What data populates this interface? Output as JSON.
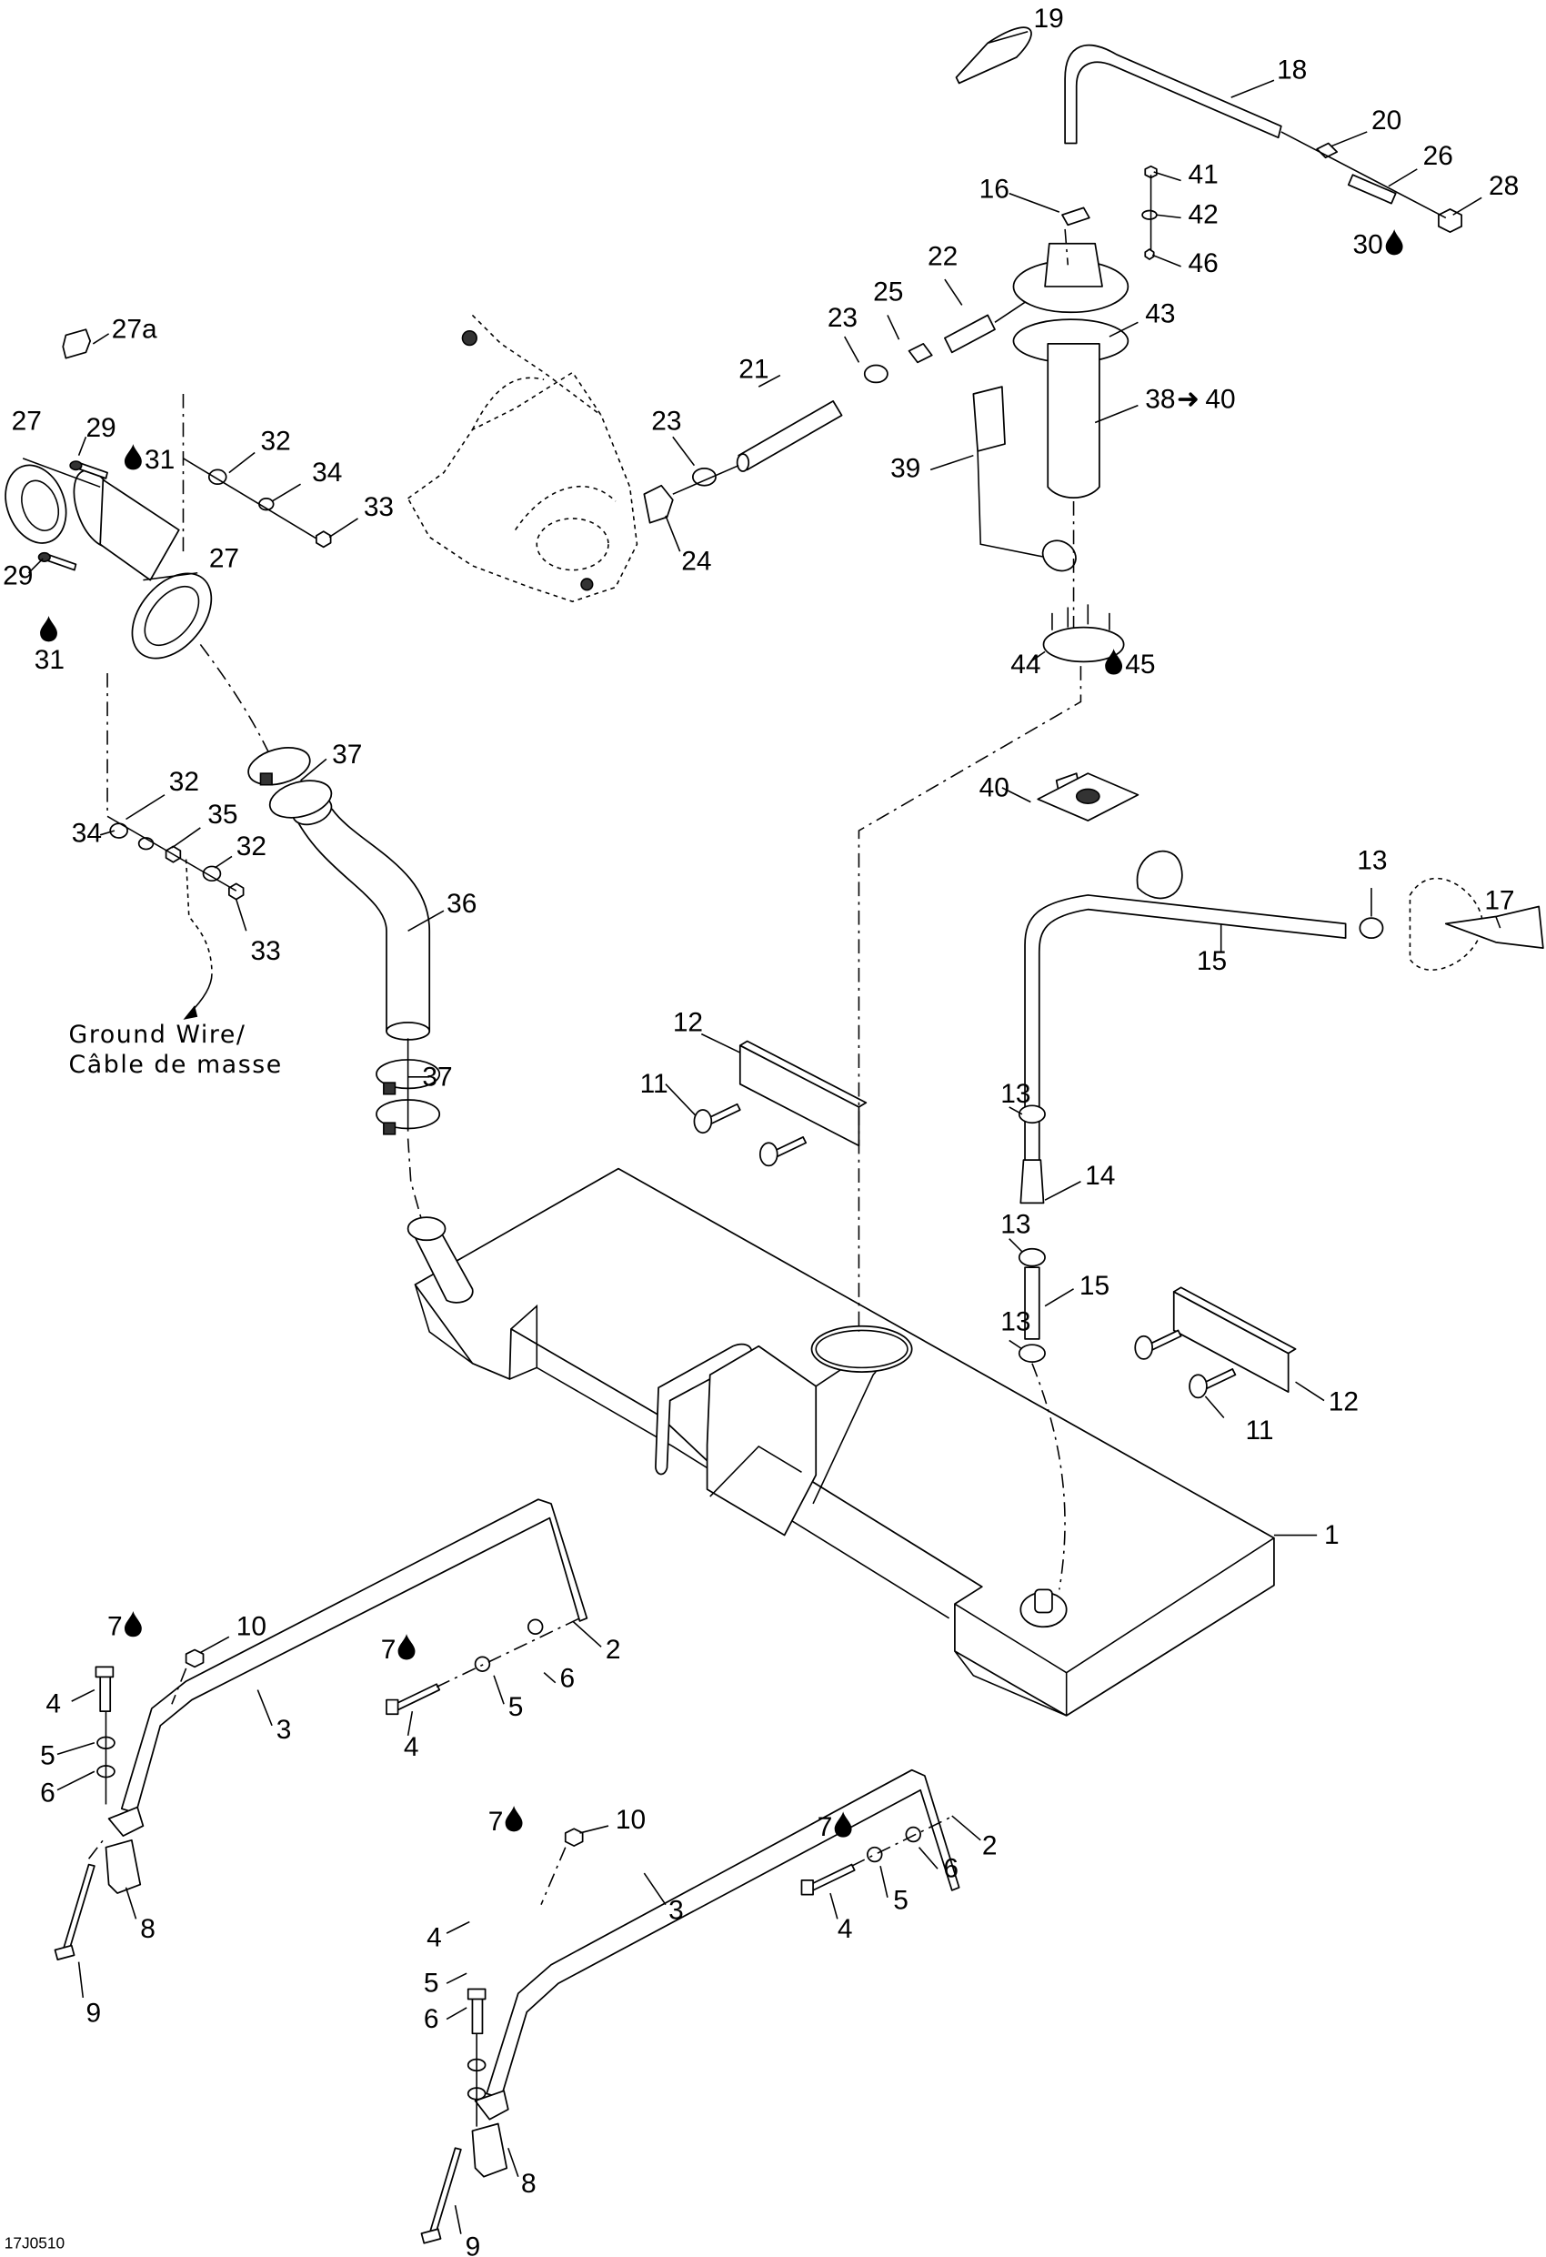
{
  "figure": {
    "code": "17J0510",
    "note_line1": "Ground Wire/",
    "note_line2": "Câble de masse",
    "symbols": {
      "apply_product": "drop-icon",
      "includes_range": "right-arrow-icon"
    }
  },
  "callouts": [
    {
      "id": "c1",
      "text": "1",
      "part": "fuel-tank"
    },
    {
      "id": "c2a",
      "text": "2",
      "part": "tank-strap-bracket"
    },
    {
      "id": "c2b",
      "text": "2",
      "part": "tank-strap-bracket"
    },
    {
      "id": "c3a",
      "text": "3",
      "part": "tank-strap"
    },
    {
      "id": "c3b",
      "text": "3",
      "part": "tank-strap"
    },
    {
      "id": "c4a",
      "text": "4",
      "part": "screw"
    },
    {
      "id": "c4b",
      "text": "4",
      "part": "screw"
    },
    {
      "id": "c4c",
      "text": "4",
      "part": "screw"
    },
    {
      "id": "c4d",
      "text": "4",
      "part": "screw"
    },
    {
      "id": "c5a",
      "text": "5",
      "part": "lock-washer"
    },
    {
      "id": "c5b",
      "text": "5",
      "part": "lock-washer"
    },
    {
      "id": "c5c",
      "text": "5",
      "part": "lock-washer"
    },
    {
      "id": "c5d",
      "text": "5",
      "part": "lock-washer"
    },
    {
      "id": "c6a",
      "text": "6",
      "part": "flat-washer"
    },
    {
      "id": "c6b",
      "text": "6",
      "part": "flat-washer"
    },
    {
      "id": "c6c",
      "text": "6",
      "part": "flat-washer"
    },
    {
      "id": "c6d",
      "text": "6",
      "part": "flat-washer"
    },
    {
      "id": "c7a",
      "text": "7",
      "part": "threadlocker",
      "drop": true
    },
    {
      "id": "c7b",
      "text": "7",
      "part": "threadlocker",
      "drop": true
    },
    {
      "id": "c7c",
      "text": "7",
      "part": "threadlocker",
      "drop": true
    },
    {
      "id": "c7d",
      "text": "7",
      "part": "threadlocker",
      "drop": true
    },
    {
      "id": "c8a",
      "text": "8",
      "part": "support"
    },
    {
      "id": "c8b",
      "text": "8",
      "part": "support"
    },
    {
      "id": "c9a",
      "text": "9",
      "part": "long-screw"
    },
    {
      "id": "c9b",
      "text": "9",
      "part": "long-screw"
    },
    {
      "id": "c10a",
      "text": "10",
      "part": "nut"
    },
    {
      "id": "c10b",
      "text": "10",
      "part": "nut"
    },
    {
      "id": "c11a",
      "text": "11",
      "part": "tapping-screw"
    },
    {
      "id": "c11b",
      "text": "11",
      "part": "tapping-screw"
    },
    {
      "id": "c12a",
      "text": "12",
      "part": "rubber-pad"
    },
    {
      "id": "c12b",
      "text": "12",
      "part": "rubber-pad"
    },
    {
      "id": "c13a",
      "text": "13",
      "part": "clamp"
    },
    {
      "id": "c13b",
      "text": "13",
      "part": "clamp"
    },
    {
      "id": "c13c",
      "text": "13",
      "part": "clamp"
    },
    {
      "id": "c13d",
      "text": "13",
      "part": "clamp"
    },
    {
      "id": "c14",
      "text": "14",
      "part": "check-valve"
    },
    {
      "id": "c15a",
      "text": "15",
      "part": "vent-hose"
    },
    {
      "id": "c15b",
      "text": "15",
      "part": "vent-hose"
    },
    {
      "id": "c16",
      "text": "16",
      "part": "clamp"
    },
    {
      "id": "c17",
      "text": "17",
      "part": "vent-fitting"
    },
    {
      "id": "c18",
      "text": "18",
      "part": "return-hose"
    },
    {
      "id": "c19",
      "text": "19",
      "part": "tie-rap"
    },
    {
      "id": "c20",
      "text": "20",
      "part": "clamp"
    },
    {
      "id": "c21",
      "text": "21",
      "part": "fuel-hose"
    },
    {
      "id": "c22",
      "text": "22",
      "part": "quick-connector"
    },
    {
      "id": "c23a",
      "text": "23",
      "part": "clamp"
    },
    {
      "id": "c23b",
      "text": "23",
      "part": "clamp"
    },
    {
      "id": "c24",
      "text": "24",
      "part": "elbow-fitting"
    },
    {
      "id": "c25",
      "text": "25",
      "part": "clip"
    },
    {
      "id": "c26",
      "text": "26",
      "part": "fitting"
    },
    {
      "id": "c27a",
      "text": "27",
      "part": "filler-neck"
    },
    {
      "id": "c27b",
      "text": "27",
      "part": "filler-neck"
    },
    {
      "id": "c27c",
      "text": "27a",
      "part": "retainer"
    },
    {
      "id": "c28",
      "text": "28",
      "part": "nut"
    },
    {
      "id": "c29a",
      "text": "29",
      "part": "screw"
    },
    {
      "id": "c29b",
      "text": "29",
      "part": "screw"
    },
    {
      "id": "c30",
      "text": "30",
      "part": "sealant",
      "drop": true
    },
    {
      "id": "c31a",
      "text": "31",
      "part": "sealant",
      "drop": true
    },
    {
      "id": "c31b",
      "text": "31",
      "part": "sealant",
      "drop": true
    },
    {
      "id": "c32a",
      "text": "32",
      "part": "flat-washer"
    },
    {
      "id": "c32b",
      "text": "32",
      "part": "flat-washer"
    },
    {
      "id": "c32c",
      "text": "32",
      "part": "flat-washer"
    },
    {
      "id": "c33a",
      "text": "33",
      "part": "nut"
    },
    {
      "id": "c33b",
      "text": "33",
      "part": "nut"
    },
    {
      "id": "c34a",
      "text": "34",
      "part": "lock-washer"
    },
    {
      "id": "c34b",
      "text": "34",
      "part": "lock-washer"
    },
    {
      "id": "c35",
      "text": "35",
      "part": "nut"
    },
    {
      "id": "c36",
      "text": "36",
      "part": "filler-hose"
    },
    {
      "id": "c37a",
      "text": "37",
      "part": "gear-clamp"
    },
    {
      "id": "c37b",
      "text": "37",
      "part": "gear-clamp"
    },
    {
      "id": "c38",
      "text": "38",
      "text_to": "40",
      "part": "fuel-pump-module"
    },
    {
      "id": "c39",
      "text": "39",
      "part": "fuel-level-sensor"
    },
    {
      "id": "c40",
      "text": "40",
      "part": "decal"
    },
    {
      "id": "c41",
      "text": "41",
      "part": "nut"
    },
    {
      "id": "c42",
      "text": "42",
      "part": "washer"
    },
    {
      "id": "c43",
      "text": "43",
      "part": "gasket"
    },
    {
      "id": "c44",
      "text": "44",
      "part": "retaining-ring"
    },
    {
      "id": "c45",
      "text": "45",
      "part": "lubricant",
      "drop": true
    },
    {
      "id": "c46",
      "text": "46",
      "part": "nut"
    }
  ]
}
